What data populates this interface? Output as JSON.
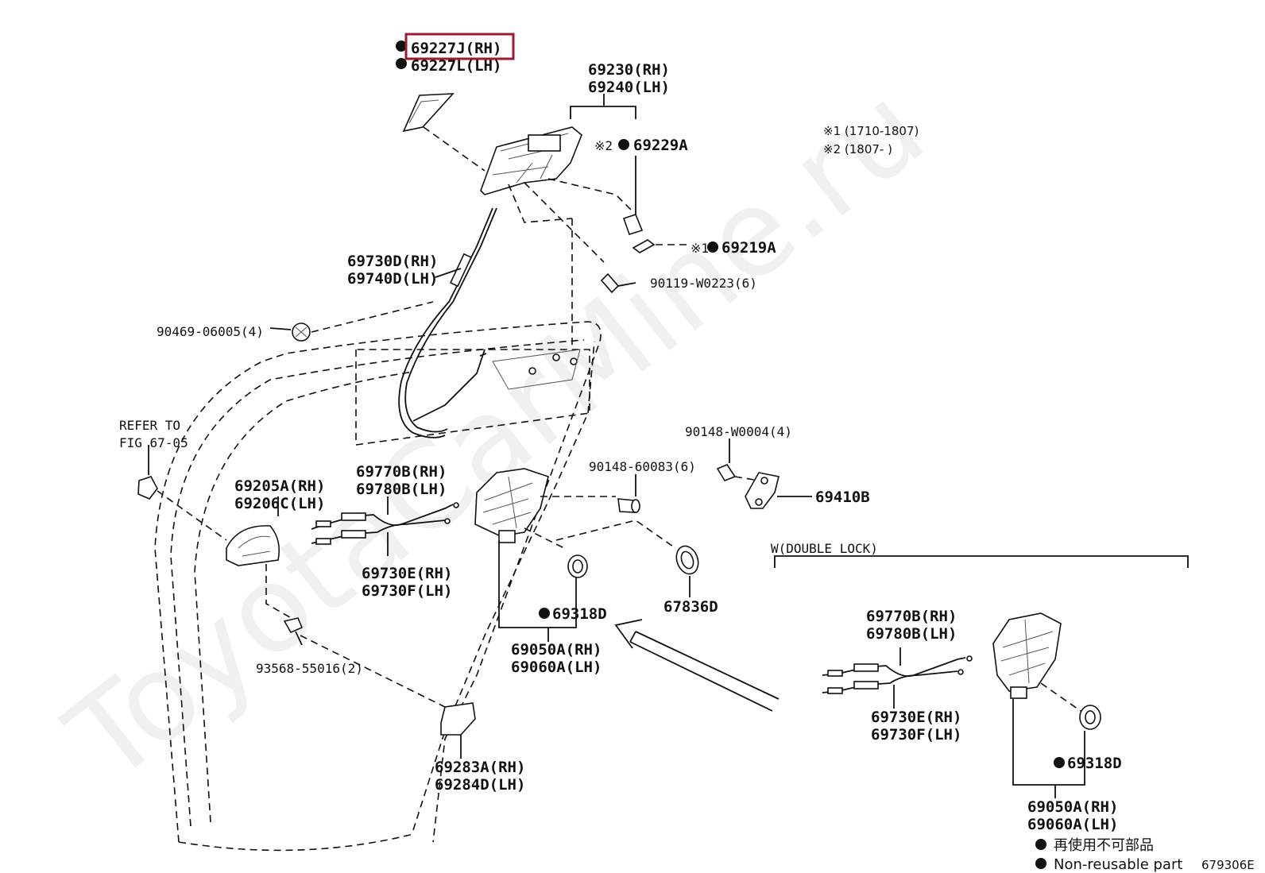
{
  "watermark": "ToyotaCarMine.ru",
  "notes": {
    "n1": "※1 (1710-1807)",
    "n2": "※2 (1807-      )"
  },
  "labels": {
    "p69227j": "69227J(RH)",
    "p69227l": "69227L(LH)",
    "p69230": "69230(RH)",
    "p69240": "69240(LH)",
    "p69229a": "69229A",
    "p69229a_mark": "※2",
    "p69219a": "69219A",
    "p69219a_mark": "※1",
    "p90119": "90119-W0223(6)",
    "p69730d": "69730D(RH)",
    "p69740d": "69740D(LH)",
    "p90469": "90469-06005(4)",
    "refer1": "REFER TO",
    "refer2": "FIG 67-05",
    "p90148w": "90148-W0004(4)",
    "p90148_6": "90148-60083(6)",
    "p69410b": "69410B",
    "p69770b": "69770B(RH)",
    "p69780b": "69780B(LH)",
    "p69205a": "69205A(RH)",
    "p69206c": "69206C(LH)",
    "p69730e": "69730E(RH)",
    "p69730f": "69730F(LH)",
    "p69318d": "69318D",
    "p67836d": "67836D",
    "p69050a": "69050A(RH)",
    "p69060a": "69060A(LH)",
    "p93568": "93568-55016(2)",
    "p69283a": "69283A(RH)",
    "p69284d": "69284D(LH)",
    "double_lock": "W(DOUBLE LOCK)",
    "dl_69770b": "69770B(RH)",
    "dl_69780b": "69780B(LH)",
    "dl_69730e": "69730E(RH)",
    "dl_69730f": "69730F(LH)",
    "dl_69318d": "69318D",
    "dl_69050a": "69050A(RH)",
    "dl_69060a": "69060A(LH)"
  },
  "legend": {
    "jp": "再使用不可部品",
    "en": "Non-reusable part"
  },
  "figure_id": "679306E",
  "colors": {
    "highlight": "#9b1b30",
    "ink": "#111111"
  }
}
